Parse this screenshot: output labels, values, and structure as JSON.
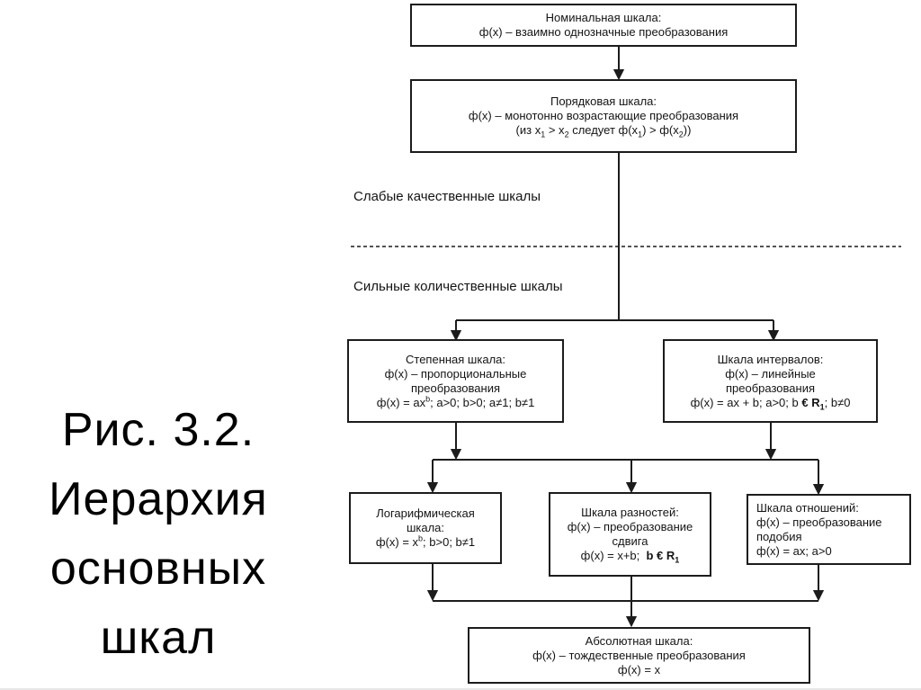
{
  "figure_caption": {
    "lines": [
      "Рис. 3.2.",
      "Иерархия",
      "основных",
      "шкал"
    ]
  },
  "section_labels": {
    "weak": "Слабые качественные шкалы",
    "strong": "Сильные количественные шкалы"
  },
  "boxes": {
    "nominal": {
      "lines": [
        "Номинальная шкала:",
        "ф(x) – взаимно однозначные преобразования"
      ]
    },
    "ordinal": {
      "lines": [
        "Порядковая шкала:",
        "ф(x) – монотонно возрастающие преобразования",
        "(из x<sub>1</sub> &gt; x<sub>2</sub> следует ф(x<sub>1</sub>) &gt; ф(x<sub>2</sub>))"
      ]
    },
    "power": {
      "lines": [
        "Степенная шкала:",
        "ф(x) – пропорциональные",
        "преобразования",
        "ф(x) = ax<sup>b</sup>; a&gt;0; b&gt;0; a≠1; b≠1"
      ]
    },
    "interval": {
      "lines": [
        "Шкала интервалов:",
        "ф(x) – линейные",
        "преобразования",
        "ф(x) = ax + b; a&gt;0; b <b>€ R<sub>1</sub></b>; b≠0"
      ]
    },
    "logarithmic": {
      "lines": [
        "Логарифмическая",
        "шкала:",
        "ф(x) = x<sup>b</sup>; b&gt;0; b≠1"
      ]
    },
    "difference": {
      "lines": [
        "Шкала разностей:",
        "ф(x) – преобразование",
        "сдвига",
        "ф(x) = x+b;&nbsp; <b>b € R<sub>1</sub></b>"
      ]
    },
    "ratio": {
      "lines": [
        "Шкала отношений:",
        "ф(x) – преобразование",
        "подобия",
        "ф(x) = ax; a&gt;0"
      ]
    },
    "absolute": {
      "lines": [
        "Абсолютная шкала:",
        "ф(x) – тождественные преобразования",
        "ф(x) = x"
      ]
    }
  },
  "colors": {
    "line": "#1c1c1c",
    "text": "#141414",
    "background": "#ffffff"
  }
}
